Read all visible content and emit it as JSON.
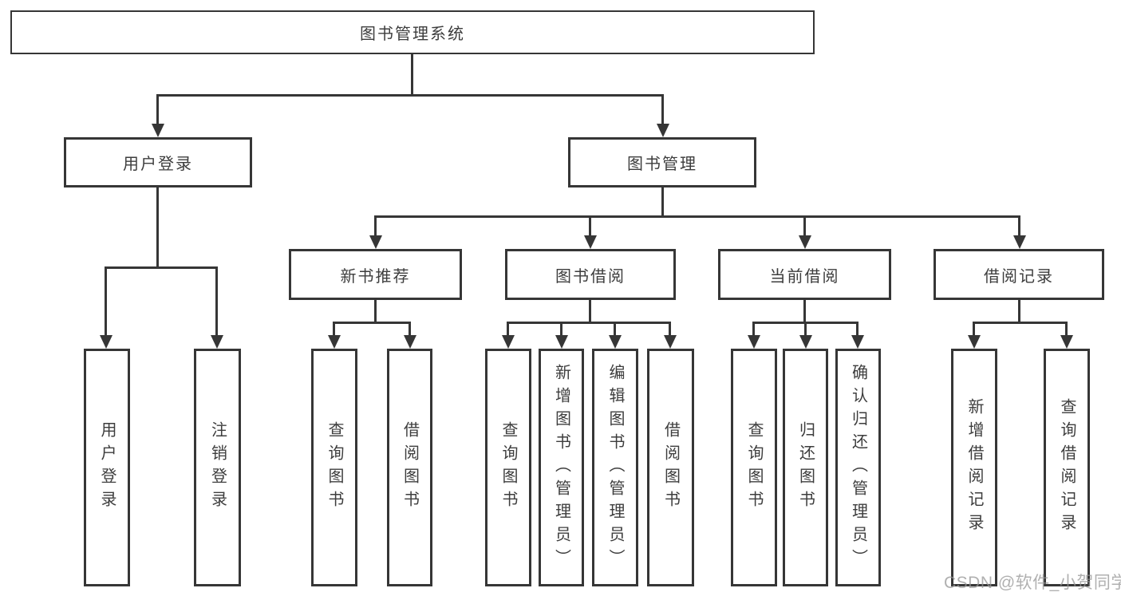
{
  "root": {
    "label": "图书管理系统"
  },
  "level2": [
    {
      "label": "用户登录"
    },
    {
      "label": "图书管理"
    }
  ],
  "level3": [
    {
      "label": "新书推荐"
    },
    {
      "label": "图书借阅"
    },
    {
      "label": "当前借阅"
    },
    {
      "label": "借阅记录"
    }
  ],
  "leaves": [
    {
      "label": "用户登录"
    },
    {
      "label": "注销登录"
    },
    {
      "label": "查询图书"
    },
    {
      "label": "借阅图书"
    },
    {
      "label": "查询图书"
    },
    {
      "label": "新增图书（管理员）"
    },
    {
      "label": "编辑图书（管理员）"
    },
    {
      "label": "借阅图书"
    },
    {
      "label": "查询图书"
    },
    {
      "label": "归还图书"
    },
    {
      "label": "确认归还（管理员）"
    },
    {
      "label": "新增借阅记录"
    },
    {
      "label": "查询借阅记录"
    }
  ],
  "watermark": "CSDN @软件_小贺同学",
  "colors": {
    "line": "#363636",
    "text": "#3d3d3d",
    "watermark": "#969696",
    "background": "#ffffff"
  }
}
